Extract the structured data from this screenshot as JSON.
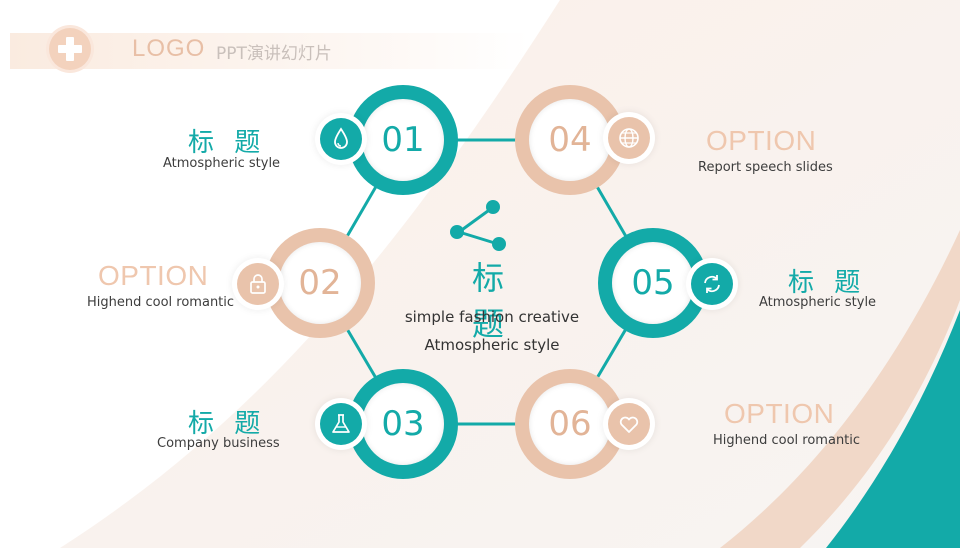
{
  "header": {
    "logo_text": "LOGO",
    "subtitle": "PPT演讲幻灯片"
  },
  "colors": {
    "teal": "#13aaa8",
    "peach": "#e9c3ab",
    "option_text": "#efc7ae"
  },
  "center": {
    "title": "标 题",
    "line1": "simple fashion creative",
    "line2": "Atmospheric style",
    "icon": "share-icon"
  },
  "nodes": [
    {
      "number": "01",
      "icon": "water-drop-icon",
      "color": "teal"
    },
    {
      "number": "02",
      "icon": "lock-icon",
      "color": "peach"
    },
    {
      "number": "03",
      "icon": "flask-icon",
      "color": "teal"
    },
    {
      "number": "04",
      "icon": "globe-icon",
      "color": "peach"
    },
    {
      "number": "05",
      "icon": "refresh-icon",
      "color": "teal"
    },
    {
      "number": "06",
      "icon": "heart-icon",
      "color": "peach"
    }
  ],
  "labels": [
    {
      "title": "标 题",
      "sub": "Atmospheric style"
    },
    {
      "title": "OPTION",
      "sub": "Highend cool romantic"
    },
    {
      "title": "标 题",
      "sub": "Company business"
    },
    {
      "title": "OPTION",
      "sub": "Report speech slides"
    },
    {
      "title": "标 题",
      "sub": "Atmospheric style"
    },
    {
      "title": "OPTION",
      "sub": "Highend cool romantic"
    }
  ]
}
